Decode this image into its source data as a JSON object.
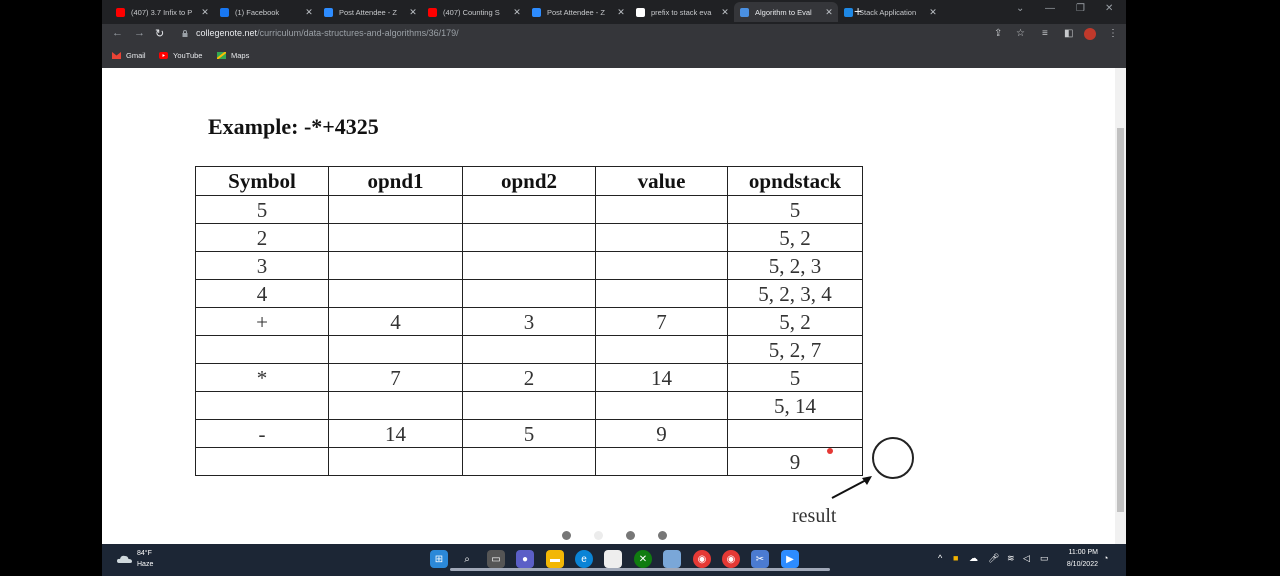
{
  "browser": {
    "tabs": [
      {
        "title": "(407) 3.7 Infix to P",
        "icon": "youtube-icon",
        "color": "#ff0000"
      },
      {
        "title": "(1) Facebook",
        "icon": "facebook-icon",
        "color": "#1877f2"
      },
      {
        "title": "Post Attendee - Z",
        "icon": "zoom-icon",
        "color": "#2d8cff"
      },
      {
        "title": "(407) Counting S",
        "icon": "youtube-icon",
        "color": "#ff0000"
      },
      {
        "title": "Post Attendee - Z",
        "icon": "zoom-icon",
        "color": "#2d8cff"
      },
      {
        "title": "prefix to stack eva",
        "icon": "google-icon",
        "color": "#ffffff"
      },
      {
        "title": "Algorithm to Eval",
        "icon": "bank-icon",
        "color": "#4a90e2"
      },
      {
        "title": "Stack Application",
        "icon": "j-icon",
        "color": "#1e88e5"
      }
    ],
    "active_tab_index": 6,
    "address": {
      "host": "collegenote.net",
      "path": "/curriculum/data-structures-and-algorithms/36/179/"
    },
    "bookmarks": [
      {
        "label": "Gmail",
        "icon": "gmail-icon"
      },
      {
        "label": "YouTube",
        "icon": "youtube-icon"
      },
      {
        "label": "Maps",
        "icon": "maps-icon"
      }
    ]
  },
  "page": {
    "example_label": "Example:  -*+4325",
    "table": {
      "headers": [
        "Symbol",
        "opnd1",
        "opnd2",
        "value",
        "opndstack"
      ],
      "rows": [
        [
          "5",
          "",
          "",
          "",
          "5"
        ],
        [
          "2",
          "",
          "",
          "",
          "5, 2"
        ],
        [
          "3",
          "",
          "",
          "",
          "5, 2, 3"
        ],
        [
          "4",
          "",
          "",
          "",
          "5, 2, 3, 4"
        ],
        [
          "+",
          "4",
          "3",
          "7",
          "5, 2"
        ],
        [
          "",
          "",
          "",
          "",
          "5, 2, 7"
        ],
        [
          "*",
          "7",
          "2",
          "14",
          "5"
        ],
        [
          "",
          "",
          "",
          "",
          "5, 14"
        ],
        [
          "-",
          "14",
          "5",
          "9",
          ""
        ],
        [
          "",
          "",
          "",
          "",
          "9"
        ]
      ]
    },
    "result_label": "result",
    "carousel": {
      "count": 4,
      "active": 1
    }
  },
  "taskbar": {
    "weather": {
      "temp": "84°F",
      "desc": "Haze"
    },
    "time": "11:00 PM",
    "date": "8/10/2022"
  }
}
